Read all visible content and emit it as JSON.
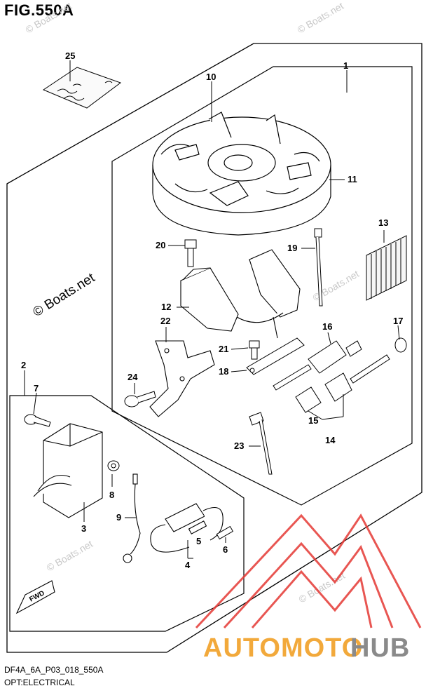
{
  "figure": {
    "title": "FIG.550A",
    "code": "DF4A_6A_P03_018_550A",
    "group": "OPT:ELECTRICAL"
  },
  "watermarks": {
    "main": "© Boats.net",
    "faint": "© Boats.net"
  },
  "logo": {
    "part1": "AUTOMOTO",
    "part2": "HUB",
    "color_part1": "#f2a93b",
    "color_part2": "#8a8a8a",
    "triangle_color": "#e53935"
  },
  "direction_marker": "FWD",
  "callouts": {
    "c1": "1",
    "c2": "2",
    "c3": "3",
    "c4": "4",
    "c5": "5",
    "c6": "6",
    "c7": "7",
    "c8": "8",
    "c9": "9",
    "c10": "10",
    "c11": "11",
    "c12": "12",
    "c13": "13",
    "c14": "14",
    "c15": "15",
    "c16": "16",
    "c17": "17",
    "c18": "18",
    "c19": "19",
    "c20": "20",
    "c21": "21",
    "c22": "22",
    "c23": "23",
    "c24": "24",
    "c25": "25"
  }
}
